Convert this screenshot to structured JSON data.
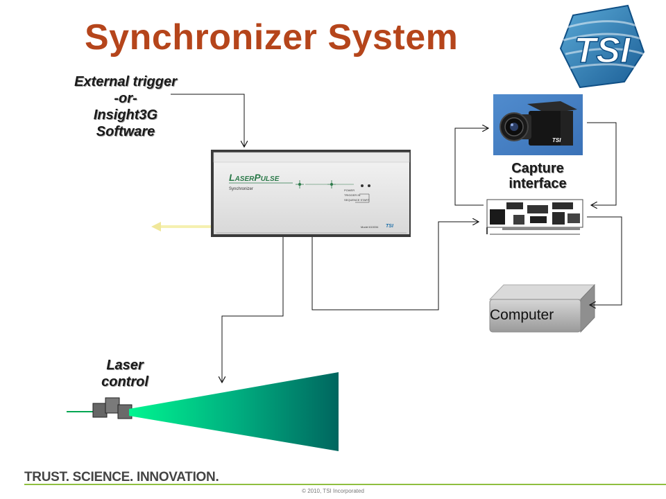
{
  "title": "Synchronizer System",
  "trigger_lines": [
    "External trigger",
    "-or-",
    "Insight3G",
    "Software"
  ],
  "device": {
    "brand_prefix_L": "L",
    "brand_mid": "ASER",
    "brand_P": "P",
    "brand_end": "ULSE",
    "subtitle": "Synchronizer",
    "indicators": [
      "POWER",
      "TRIGGER IN",
      "SEQUENCE START"
    ],
    "logo": "TSI",
    "model": "Model 610034"
  },
  "capture_label_lines": [
    "Capture",
    "interface"
  ],
  "camera_logo": "TSI",
  "computer_label": "Computer",
  "laser_label_lines": [
    "Laser",
    "control"
  ],
  "logo_text": "TSI",
  "tagline": "TRUST. SCIENCE. INNOVATION.",
  "copyright": "© 2010, TSI Incorporated",
  "colors": {
    "title": "#b5451b",
    "beam_start": "#00f08a",
    "beam_end": "#006a62",
    "footer_rule": "#8fbf3f",
    "logo_blue": "#1e6fa8"
  }
}
